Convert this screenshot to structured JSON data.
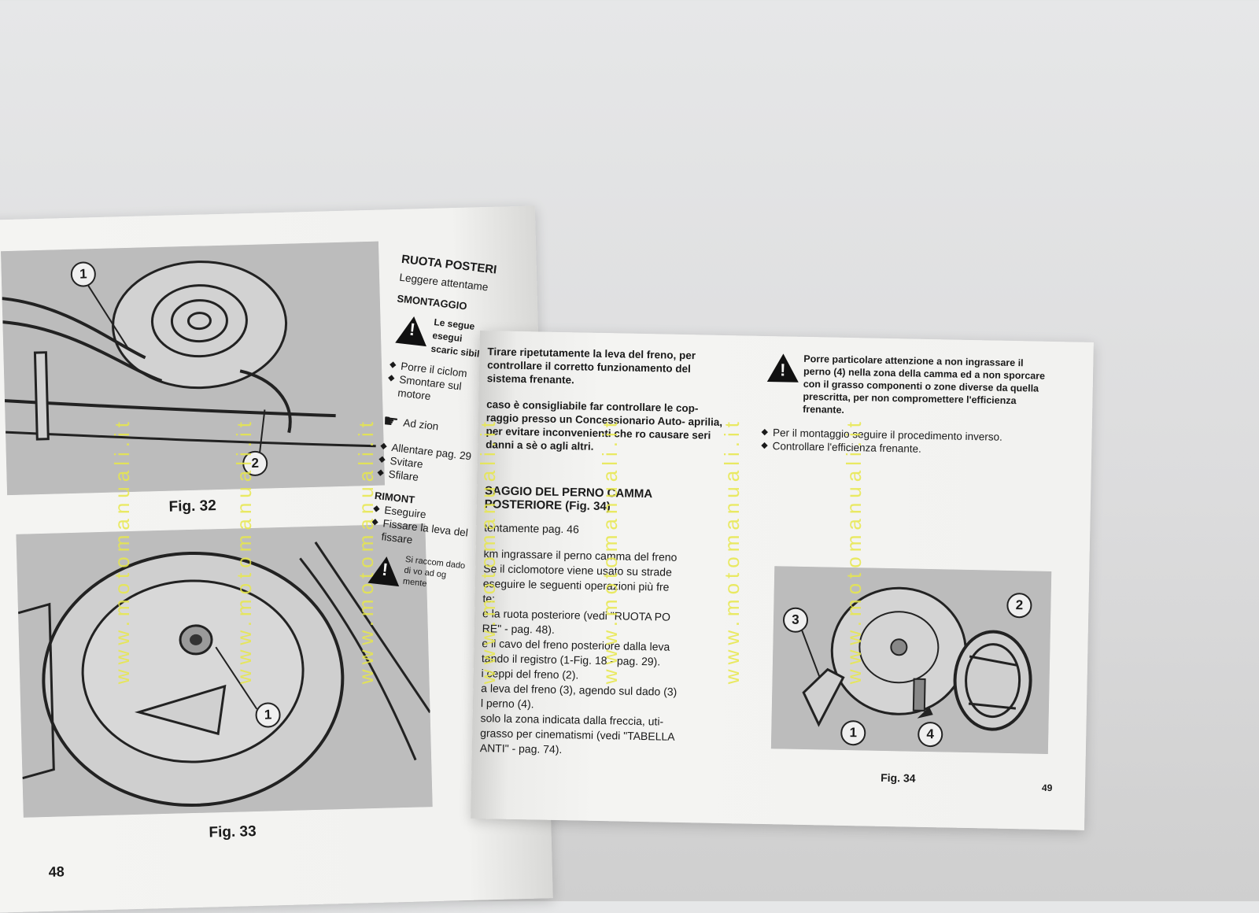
{
  "left_page": {
    "page_number": "48",
    "fig32": {
      "caption": "Fig. 32",
      "callouts": [
        "1",
        "2"
      ]
    },
    "fig33": {
      "caption": "Fig. 33",
      "callouts": [
        "1"
      ]
    },
    "section_title": "RUOTA POSTERI",
    "intro": "Leggere attentame",
    "removal_heading": "SMONTAGGIO",
    "warning_fragment": "Le segue esegui scaric sibili",
    "bullets": [
      "Porre il ciclom",
      "Smontare sul motore"
    ],
    "note_fragment": "Ad zion",
    "bullets2": [
      "Allentare pag. 29",
      "Svitare",
      "Sfilare"
    ],
    "refit_heading": "RIMONT",
    "bullets3": [
      "Eseguire",
      "Fissare la leva del fissare"
    ],
    "warning2_fragment": "Si raccom dado di vo ad og mente"
  },
  "right_page": {
    "page_number": "49",
    "col1": {
      "p1": "Tirare ripetutamente la leva del freno, per controllare il corretto funzionamento del sistema frenante.",
      "p2": "caso è consigliabile far controllare le cop- raggio presso un Concessionario Auto- aprilia, per evitare inconvenienti che ro causare seri danni a sè o agli altri.",
      "heading": "SAGGIO DEL PERNO CAMMA POSTERIORE (Fig. 34)",
      "lines": [
        "tentamente pag. 46",
        "km ingrassare il perno camma del freno",
        "Se il ciclomotore viene usato su strade",
        "eseguire le seguenti operazioni più fre",
        "te:",
        "e la ruota posteriore (vedi \"RUOTA PO",
        "RE\" - pag. 48).",
        "e il cavo del freno posteriore dalla leva",
        "tando il registro (1-Fig. 18 - pag. 29).",
        "i ceppi del freno (2).",
        "a leva del freno (3), agendo sul dado (3)",
        "l perno (4).",
        "solo la zona indicata dalla freccia, uti-",
        "grasso per cinematismi (vedi \"TABELLA",
        "ANTI\" - pag. 74)."
      ]
    },
    "col2": {
      "warning": "Porre particolare attenzione a non ingrassare il perno (4) nella zona della camma ed a non sporcare con il grasso componenti o zone diverse da quella prescritta, per non compromettere l'efficienza frenante.",
      "bullets": [
        "Per il montaggio seguire il procedimento inverso.",
        "Controllare l'efficienza frenante."
      ],
      "fig34": {
        "caption": "Fig. 34",
        "callouts": [
          "3",
          "2",
          "1",
          "4"
        ]
      }
    }
  },
  "watermark": "www.motomanuali.it"
}
